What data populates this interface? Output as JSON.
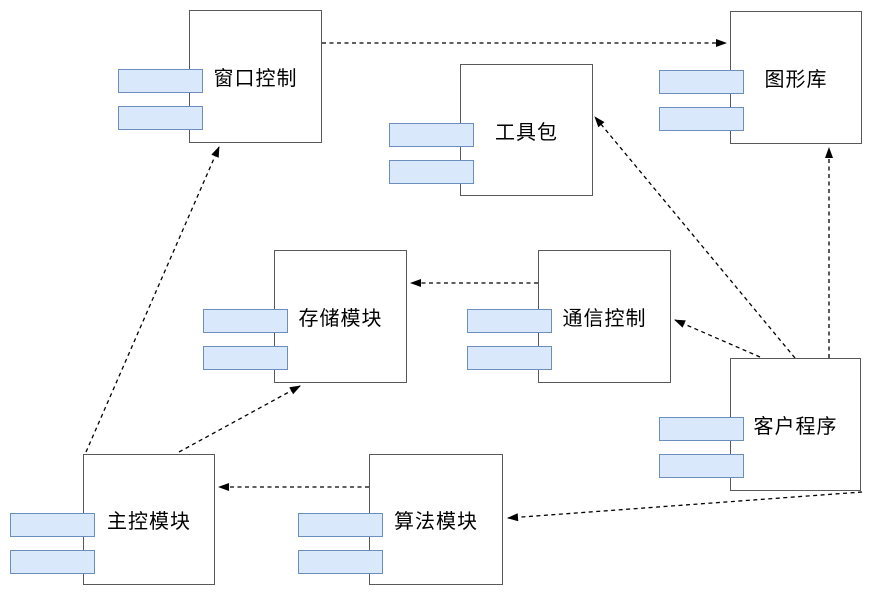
{
  "diagram": {
    "type": "uml-component-diagram",
    "background": "#ffffff",
    "colors": {
      "component_fill": "#ffffff",
      "component_border": "#595959",
      "tab_fill": "#dae8fc",
      "tab_border": "#6c8ebf",
      "arrow": "#000000",
      "label_text": "#000000"
    }
  },
  "components": [
    {
      "id": "window-control",
      "label": "窗口控制"
    },
    {
      "id": "graphics-library",
      "label": "图形库"
    },
    {
      "id": "toolkit",
      "label": "工具包"
    },
    {
      "id": "storage-module",
      "label": "存储模块"
    },
    {
      "id": "comm-control",
      "label": "通信控制"
    },
    {
      "id": "client-program",
      "label": "客户程序"
    },
    {
      "id": "main-control",
      "label": "主控模块"
    },
    {
      "id": "algorithm-module",
      "label": "算法模块"
    }
  ],
  "dependencies": [
    {
      "from": "窗口控制",
      "to": "图形库"
    },
    {
      "from": "客户程序",
      "to": "图形库"
    },
    {
      "from": "客户程序",
      "to": "工具包"
    },
    {
      "from": "客户程序",
      "to": "通信控制"
    },
    {
      "from": "通信控制",
      "to": "存储模块"
    },
    {
      "from": "主控模块",
      "to": "窗口控制"
    },
    {
      "from": "主控模块",
      "to": "存储模块"
    },
    {
      "from": "算法模块",
      "to": "主控模块"
    },
    {
      "from": "客户程序",
      "to": "算法模块"
    }
  ]
}
